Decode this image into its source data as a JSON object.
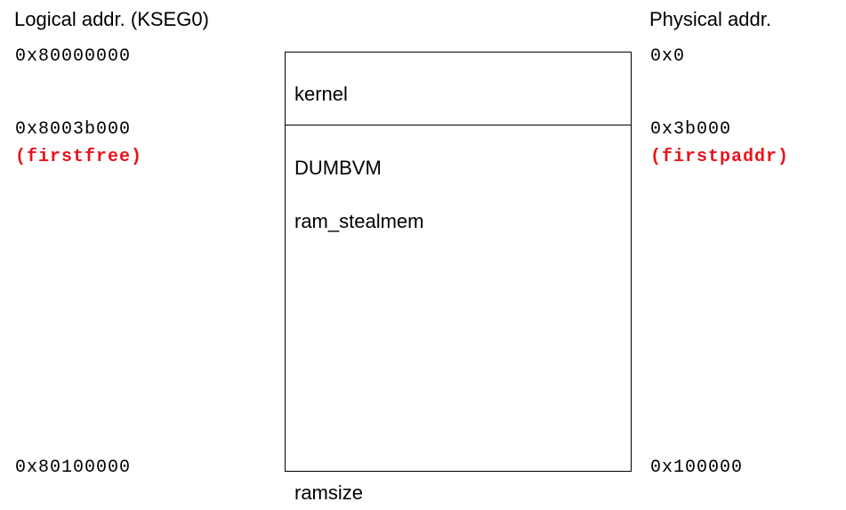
{
  "headings": {
    "logical": "Logical addr. (KSEG0)",
    "physical": "Physical addr."
  },
  "logical_addresses": {
    "start": "0x80000000",
    "firstfree": "0x8003b000",
    "end": "0x80100000"
  },
  "physical_addresses": {
    "start": "0x0",
    "firstpaddr": "0x3b000",
    "end": "0x100000"
  },
  "markers": {
    "firstfree": "(firstfree)",
    "firstpaddr": "(firstpaddr)"
  },
  "regions": {
    "kernel": "kernel",
    "dumbvm": "DUMBVM",
    "stealmem": "ram_stealmem",
    "ramsize": "ramsize"
  },
  "colors": {
    "marker": "#e8141c",
    "line": "#000000"
  }
}
